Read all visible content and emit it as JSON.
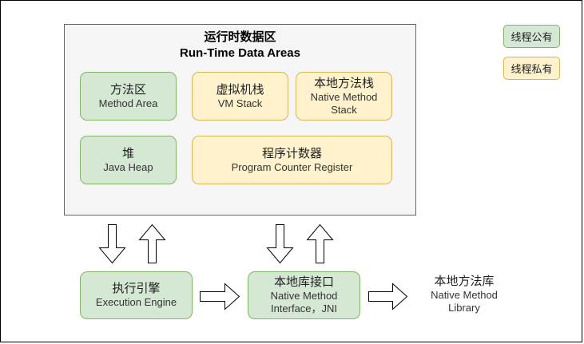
{
  "runtime_area": {
    "title_cn": "运行时数据区",
    "title_en": "Run-Time Data Areas",
    "boxes": [
      {
        "cn": "方法区",
        "en": "Method Area",
        "scope": "shared"
      },
      {
        "cn": "虚拟机栈",
        "en": "VM Stack",
        "scope": "private"
      },
      {
        "cn": "本地方法栈",
        "en": "Native Method Stack",
        "scope": "private"
      },
      {
        "cn": "堆",
        "en": "Java Heap",
        "scope": "shared"
      },
      {
        "cn": "程序计数器",
        "en": "Program Counter Register",
        "scope": "private"
      }
    ]
  },
  "legend": {
    "shared": "线程公有",
    "private": "线程私有"
  },
  "bottom": {
    "engine": {
      "cn": "执行引擎",
      "en": "Execution Engine"
    },
    "jni": {
      "cn": "本地库接口",
      "en_line1": "Native Method",
      "en_line2": "Interface，JNI"
    },
    "library": {
      "cn": "本地方法库",
      "en_line1": "Native Method",
      "en_line2": "Library"
    }
  },
  "colors": {
    "shared_fill": "#d5e8d4",
    "shared_stroke": "#82b366",
    "private_fill": "#fff2cc",
    "private_stroke": "#d6b656",
    "container_fill": "#f5f5f5",
    "container_stroke": "#666666"
  }
}
